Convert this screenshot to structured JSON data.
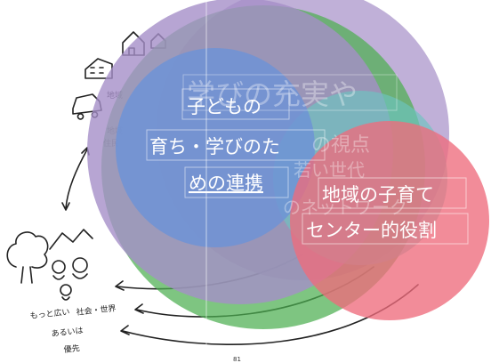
{
  "diagram": {
    "big_title_line1": "学びの充実や",
    "mid_title_line1": "の視点",
    "mid_title_line2": "若い世代",
    "mid_title_line3": "のネットワーク",
    "blue_label_line1": "子どもの",
    "blue_label_line2": "育ち・学びのた",
    "blue_label_line3": "めの連携",
    "pink_label_line1": "地域の子育て",
    "pink_label_line2": "センター的役割",
    "colors": {
      "purple": "#a58fc8",
      "green": "#4caf50",
      "blue": "#6e93d6",
      "pink": "#ee6b7c",
      "teal": "#6cc4c0"
    }
  },
  "sketch": {
    "note_line1": "地域",
    "note_line2": "住民",
    "bottom_line1": "もっと広い",
    "bottom_line2": "社会・世界",
    "bottom_line3": "あるいは",
    "bottom_line4": "優先"
  },
  "page_number": "81"
}
